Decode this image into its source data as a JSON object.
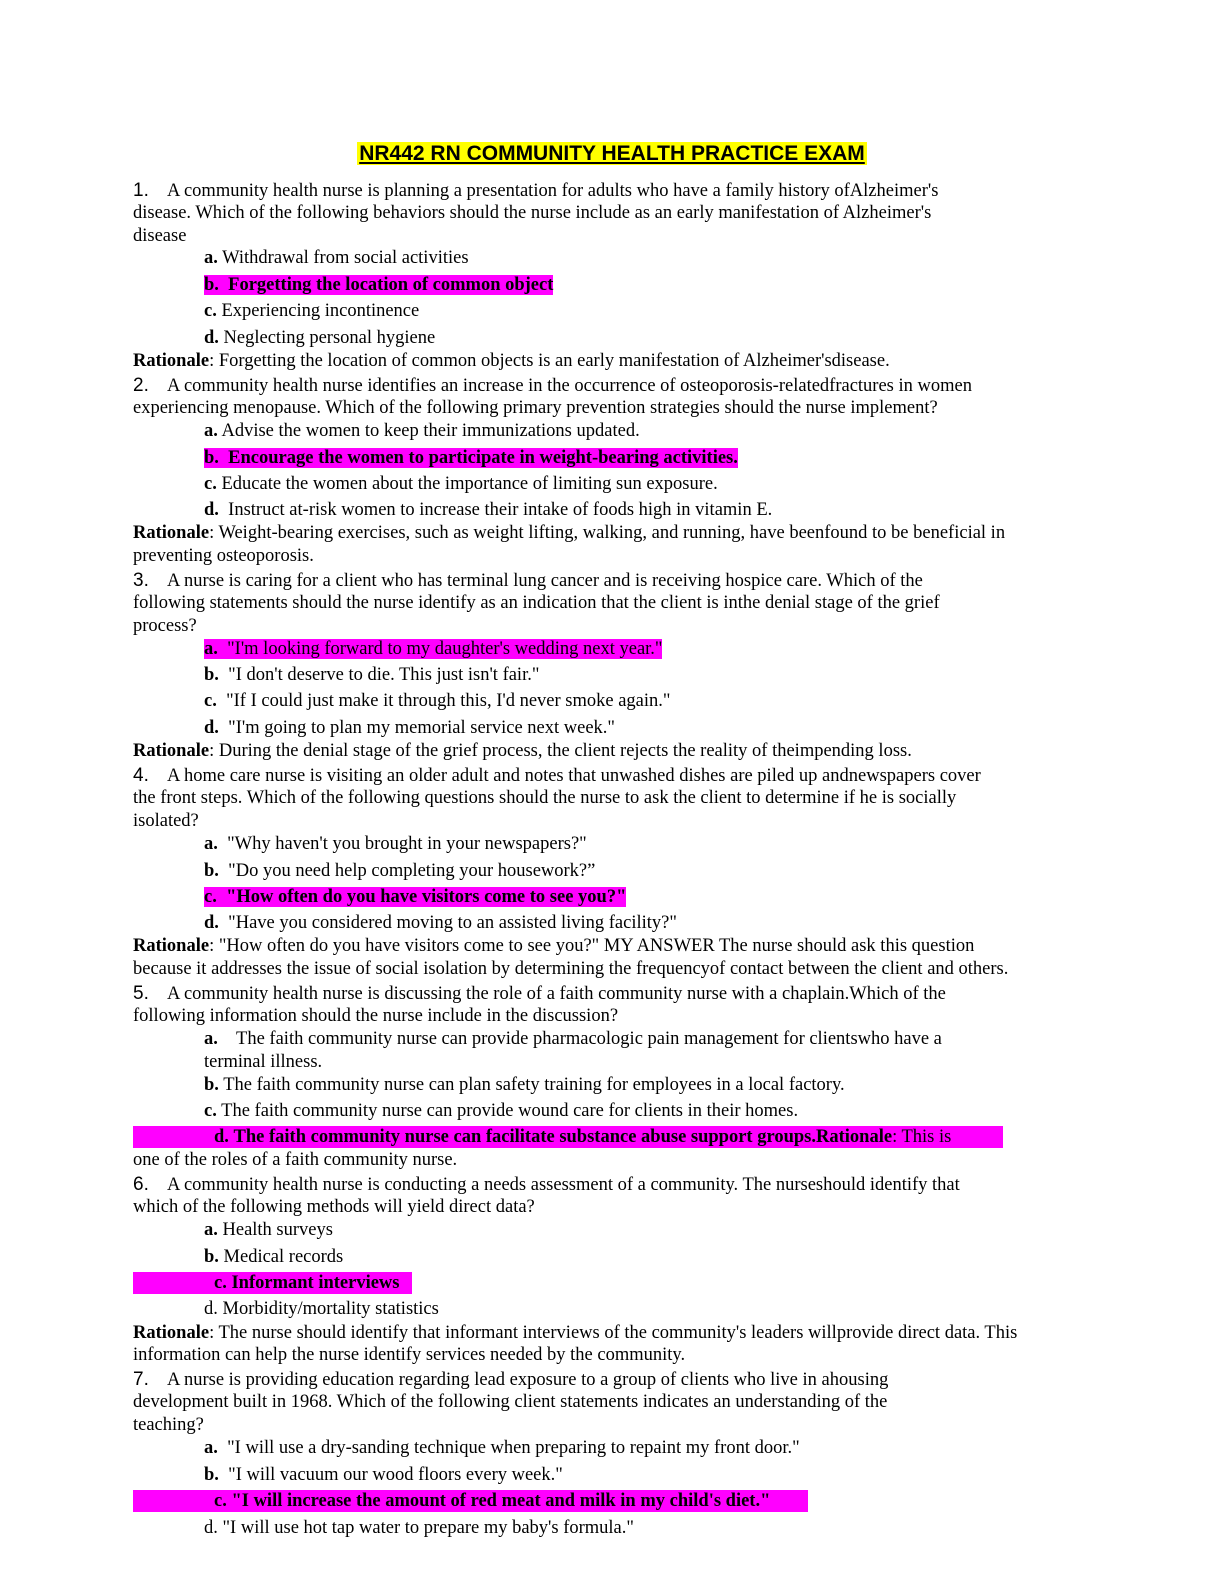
{
  "title": "NR442 RN COMMUNITY HEALTH PRACTICE EXAM",
  "rationale_label": "Rationale",
  "q1": {
    "num": "1.",
    "stem": [
      "A community health nurse is planning a presentation for adults who have a family history ofAlzheimer's",
      "disease. Which of the following behaviors should the nurse include as an early manifestation of Alzheimer's",
      "disease"
    ],
    "options": [
      {
        "letter": "a.",
        "text": "Withdrawal from social activities"
      },
      {
        "letter": "b.",
        "text": "Forgetting the location of common object"
      },
      {
        "letter": "c.",
        "text": "Experiencing incontinence"
      },
      {
        "letter": "d.",
        "text": "Neglecting personal hygiene"
      }
    ],
    "rationale": [
      ": Forgetting the location of common objects is an early manifestation of Alzheimer'sdisease."
    ]
  },
  "q2": {
    "num": "2.",
    "stem": [
      "A community health nurse identifies an increase in the occurrence of osteoporosis-relatedfractures in women",
      "experiencing menopause. Which of the following primary prevention strategies should the nurse implement?"
    ],
    "options": [
      {
        "letter": "a.",
        "text": "Advise the women to keep their immunizations updated."
      },
      {
        "letter": "b.",
        "text": "Encourage the women to participate in weight-bearing activities."
      },
      {
        "letter": "c.",
        "text": "Educate the women about the importance of limiting sun exposure."
      },
      {
        "letter": "d.",
        "text": "Instruct at-risk women to increase their intake of foods high in vitamin E."
      }
    ],
    "rationale": [
      ": Weight-bearing exercises, such as weight lifting, walking, and running, have beenfound to be beneficial in",
      "preventing osteoporosis."
    ]
  },
  "q3": {
    "num": "3.",
    "stem": [
      "A nurse is caring for a client who has terminal lung cancer and is receiving hospice care. Which of the",
      "following statements should the nurse identify as an indication that the client is inthe denial stage of the grief",
      "process?"
    ],
    "options": [
      {
        "letter": "a.",
        "text": "\"I'm looking forward to my daughter's wedding next year.\""
      },
      {
        "letter": "b.",
        "text": "\"I don't deserve to die. This just isn't fair.\""
      },
      {
        "letter": "c.",
        "text": "\"If I could just make it through this, I'd never smoke again.\""
      },
      {
        "letter": "d.",
        "text": "\"I'm going to plan my memorial service next week.\""
      }
    ],
    "rationale": [
      ": During the denial stage of the grief process, the client rejects the reality of theimpending loss."
    ]
  },
  "q4": {
    "num": "4.",
    "stem": [
      "A home care nurse is visiting an older adult and notes that unwashed dishes are piled up andnewspapers cover",
      "the front steps. Which of the following questions should the nurse to ask the client to determine if he is socially",
      "isolated?"
    ],
    "options": [
      {
        "letter": "a.",
        "text": "\"Why haven't you brought in your newspapers?\""
      },
      {
        "letter": "b.",
        "text": "\"Do you need help completing your housework?”"
      },
      {
        "letter": "c.",
        "text": "\"How often do you have visitors come to see you?\""
      },
      {
        "letter": "d.",
        "text": "\"Have you considered moving to an assisted living facility?\""
      }
    ],
    "rationale": [
      ": \"How often do you have visitors come to see you?\" MY ANSWER The nurse should ask this question",
      "because it addresses the issue of social isolation by determining the frequencyof contact between the client and others."
    ]
  },
  "q5": {
    "num": "5.",
    "stem": [
      "A community health nurse is discussing the role of a faith community nurse with a chaplain.Which of the",
      "following information should the nurse include in the discussion?"
    ],
    "options": [
      {
        "letter": "a.",
        "text": "The faith community nurse can provide pharmacologic pain management for clientswho have a",
        "cont": "terminal illness."
      },
      {
        "letter": "b.",
        "text": "The faith community nurse can plan safety training for employees in a local factory."
      },
      {
        "letter": "c.",
        "text": "The faith community nurse can provide wound care for clients in their homes."
      },
      {
        "letter": "d.",
        "text": "The faith community nurse can facilitate substance abuse support groups."
      }
    ],
    "rationale_inline": ": This is",
    "rationale_cont": "one of the roles of a faith community nurse."
  },
  "q6": {
    "num": "6.",
    "stem": [
      "A community health nurse is conducting a needs assessment of a community. The nurseshould identify that",
      "which of the following methods will yield direct data?"
    ],
    "options": [
      {
        "letter": "a.",
        "text": "Health surveys"
      },
      {
        "letter": "b.",
        "text": "Medical records"
      },
      {
        "letter": "c.",
        "text": "Informant interviews"
      },
      {
        "letter": "d.",
        "text": "Morbidity/mortality statistics"
      }
    ],
    "rationale": [
      ": The nurse should identify that informant interviews of the community's leaders willprovide direct data. This",
      "information can help the nurse identify services needed by the community."
    ]
  },
  "q7": {
    "num": "7.",
    "stem": [
      "A nurse is providing education regarding lead exposure to a group of clients who live in ahousing",
      "development built in 1968. Which of the following client statements indicates an understanding of the",
      "teaching?"
    ],
    "options": [
      {
        "letter": "a.",
        "text": "\"I will use a dry-sanding technique when preparing to repaint my front door.\""
      },
      {
        "letter": "b.",
        "text": "\"I will vacuum our wood floors every week.\""
      },
      {
        "letter": "c.",
        "text": "\"I will increase the amount of red meat and milk in my child's diet.\""
      },
      {
        "letter": "d.",
        "text": "\"I will use hot tap water to prepare my baby's formula.\""
      }
    ]
  }
}
